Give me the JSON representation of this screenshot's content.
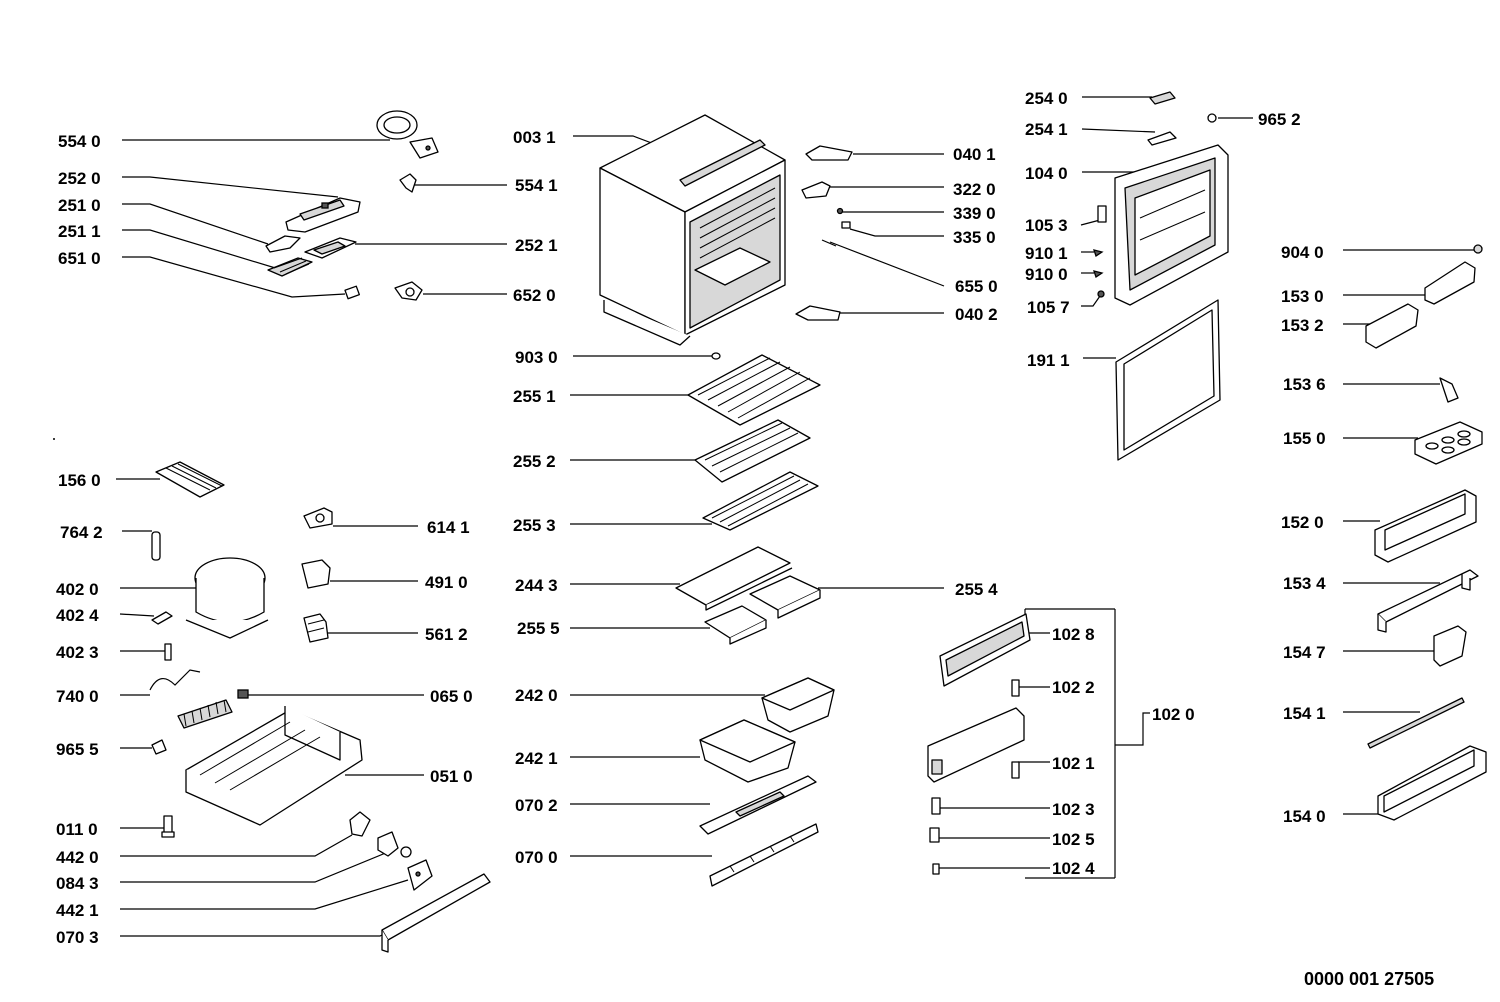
{
  "document_number": "0000 001 27505",
  "colors": {
    "ink": "#000000",
    "paper": "#ffffff",
    "part_shade": "#d8d8d8"
  },
  "labels": {
    "l5540": "554 0",
    "l2520": "252 0",
    "l2510": "251 0",
    "l2511": "251 1",
    "l6510": "651 0",
    "l0031": "003 1",
    "l5541": "554 1",
    "l2521": "252 1",
    "l6520": "652 0",
    "l0401": "040 1",
    "l3220": "322 0",
    "l3390": "339 0",
    "l3350": "335 0",
    "l6550": "655 0",
    "l0402": "040 2",
    "l2540": "254 0",
    "l2541": "254 1",
    "l9652": "965 2",
    "l1040": "104 0",
    "l1053": "105 3",
    "l9101": "910 1",
    "l9100": "910 0",
    "l1057": "105 7",
    "l1911": "191 1",
    "l9040": "904 0",
    "l1530": "153 0",
    "l1532": "153 2",
    "l1536": "153 6",
    "l1550": "155 0",
    "l1520": "152 0",
    "l1534": "153 4",
    "l1547": "154 7",
    "l1541": "154 1",
    "l1540": "154 0",
    "l9030": "903 0",
    "l2551": "255 1",
    "l2552": "255 2",
    "l2553": "255 3",
    "l2443": "244 3",
    "l2554": "255 4",
    "l2555": "255 5",
    "l2420": "242 0",
    "l2421": "242 1",
    "l0702": "070 2",
    "l0700": "070 0",
    "l1560": "156 0",
    "l7642": "764 2",
    "l4020": "402 0",
    "l4024": "402 4",
    "l4023": "402 3",
    "l7400": "740 0",
    "l9655": "965 5",
    "l0110": "011 0",
    "l4420": "442 0",
    "l0843": "084 3",
    "l4421": "442 1",
    "l0703": "070 3",
    "l6141": "614 1",
    "l4910": "491 0",
    "l5612": "561 2",
    "l0650": "065 0",
    "l0510": "051 0",
    "l1028": "102 8",
    "l1022": "102 2",
    "l1020": "102 0",
    "l1021": "102 1",
    "l1023": "102 3",
    "l1025": "102 5",
    "l1024": "102 4"
  }
}
